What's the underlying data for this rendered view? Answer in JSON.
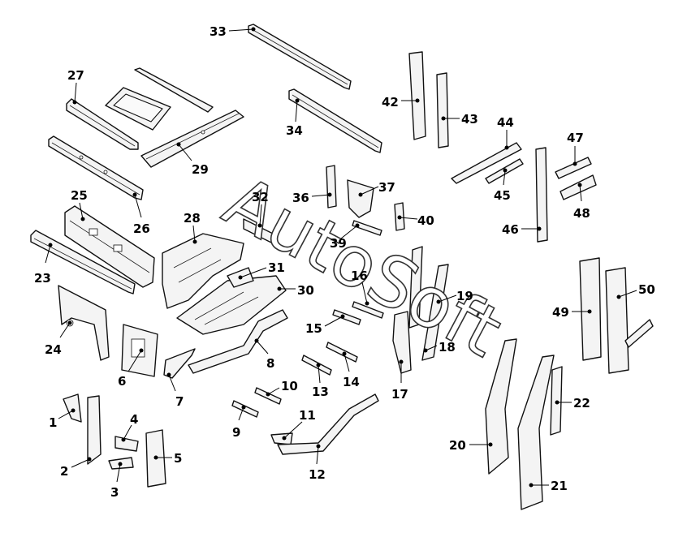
{
  "watermark": {
    "text": "AutoSoft"
  },
  "callouts": {
    "c1": "1",
    "c2": "2",
    "c3": "3",
    "c4": "4",
    "c5": "5",
    "c6": "6",
    "c7": "7",
    "c8": "8",
    "c9": "9",
    "c10": "10",
    "c11": "11",
    "c12": "12",
    "c13": "13",
    "c14": "14",
    "c15": "15",
    "c16": "16",
    "c17": "17",
    "c18": "18",
    "c19": "19",
    "c20": "20",
    "c21": "21",
    "c22": "22",
    "c23": "23",
    "c24": "24",
    "c25": "25",
    "c26": "26",
    "c27": "27",
    "c28": "28",
    "c29": "29",
    "c30": "30",
    "c31": "31",
    "c32": "32",
    "c33": "33",
    "c34": "34",
    "c36": "36",
    "c37": "37",
    "c39": "39",
    "c40": "40",
    "c42": "42",
    "c43": "43",
    "c44": "44",
    "c45": "45",
    "c46": "46",
    "c47": "47",
    "c48": "48",
    "c49": "49",
    "c50": "50"
  }
}
